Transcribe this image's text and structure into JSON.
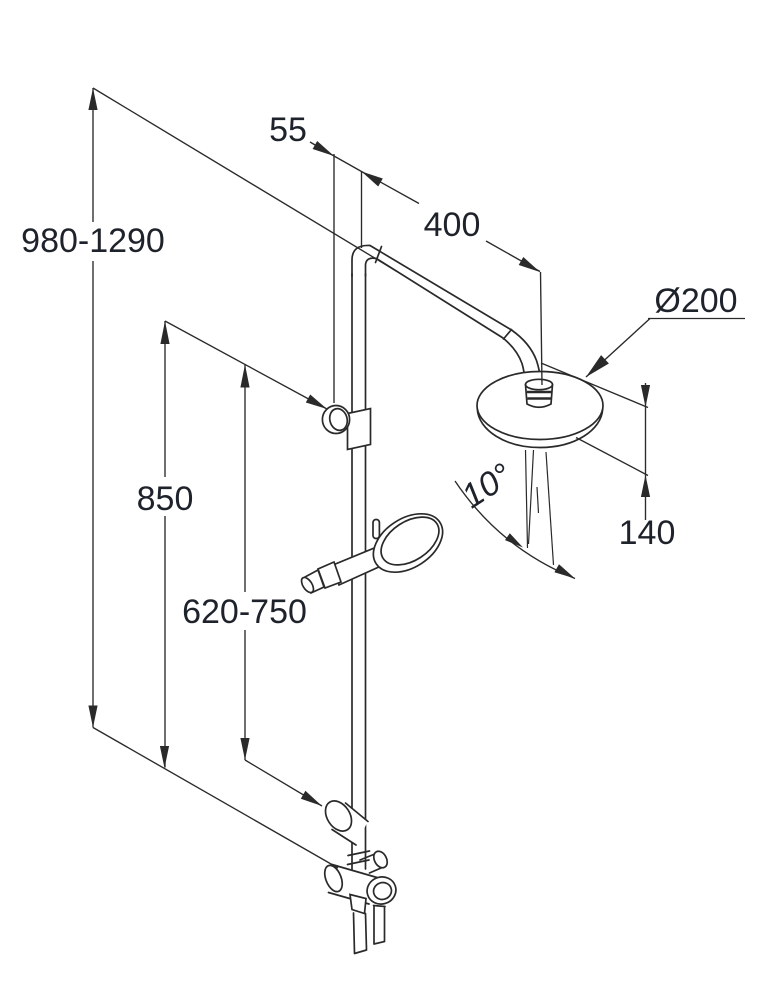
{
  "drawing": {
    "type": "technical-dimension-drawing",
    "subject": "shower-column-with-overhead-and-hand-shower",
    "background_color": "#ffffff",
    "line_color": "#2a2a2a",
    "text_color": "#1e222b",
    "units": "mm",
    "labels": {
      "overall_height": "980-1290",
      "wall_offset": "55",
      "arm_length": "400",
      "head_diameter": "Ø200",
      "rail_height": "850",
      "hand_shower_height": "620-750",
      "head_drop": "140",
      "spray_angle": "10°"
    }
  }
}
